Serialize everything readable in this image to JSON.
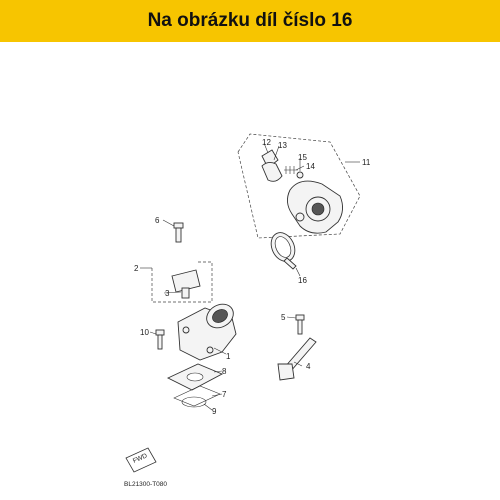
{
  "header": {
    "title": "Na obrázku díl číslo 16"
  },
  "callouts": [
    "1",
    "2",
    "3",
    "4",
    "5",
    "6",
    "7",
    "8",
    "9",
    "10",
    "11",
    "12",
    "13",
    "14",
    "15",
    "16"
  ],
  "diagram_code": "BL21300-T080",
  "front_marker": "FWD",
  "colors": {
    "banner": "#f7c500",
    "line": "#333333"
  }
}
